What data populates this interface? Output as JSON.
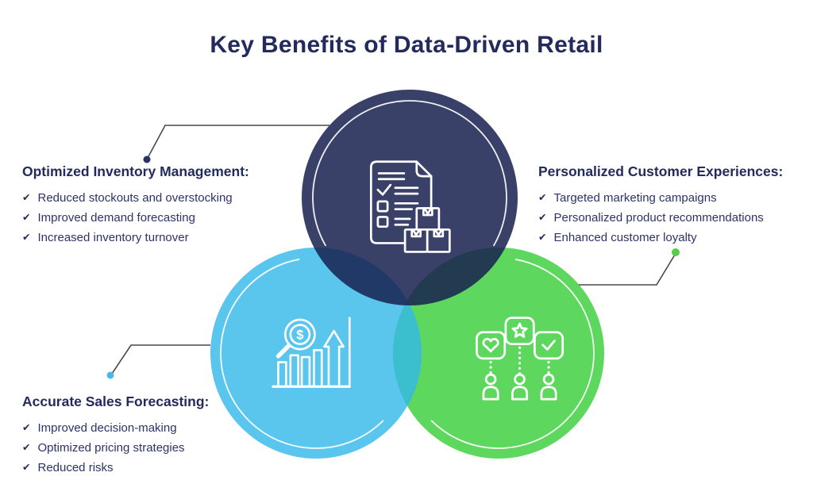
{
  "title": "Key Benefits of Data-Driven Retail",
  "check_glyph": "✔",
  "colors": {
    "navy_circle": "#3B4169",
    "blue_circle": "#5BC6ED",
    "green_circle": "#5ED75E",
    "blue_green_overlap": "#35BDC4",
    "heading_text": "#232A5C",
    "body_text": "#2C3366",
    "connector_line": "#47474F",
    "navy_dot": "#2A3163",
    "green_dot": "#56CF46",
    "blue_dot": "#4BB8E7"
  },
  "blocks": [
    {
      "heading": "Optimized Inventory Management:",
      "items": [
        "Reduced stockouts and overstocking",
        "Improved demand forecasting",
        "Increased inventory turnover"
      ],
      "icon": "checklist-document-boxes-icon",
      "circle": "navy"
    },
    {
      "heading": "Personalized Customer Experiences:",
      "items": [
        "Targeted marketing campaigns",
        "Personalized product recommendations",
        "Enhanced customer loyalty"
      ],
      "icon": "customer-recommendations-icon",
      "circle": "green"
    },
    {
      "heading": "Accurate Sales Forecasting:",
      "items": [
        "Improved decision-making",
        "Optimized pricing strategies",
        "Reduced risks"
      ],
      "icon": "sales-forecast-magnifier-icon",
      "circle": "blue"
    }
  ]
}
